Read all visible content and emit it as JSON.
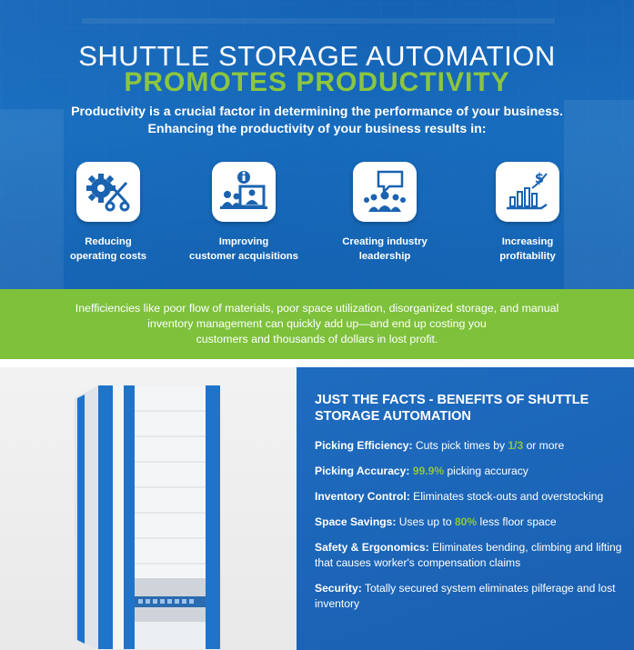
{
  "hero": {
    "title_line1": "SHUTTLE STORAGE AUTOMATION",
    "title_line2": "PROMOTES PRODUCTIVITY",
    "intro_line1": "Productivity is a crucial factor in determining the performance of your business.",
    "intro_line2": "Enhancing the productivity of your business results in:"
  },
  "benefits": [
    {
      "icon": "gear-scissors-icon",
      "line1": "Reducing",
      "line2": "operating costs"
    },
    {
      "icon": "info-meeting-icon",
      "line1": "Improving",
      "line2": "customer acquisitions"
    },
    {
      "icon": "speech-group-icon",
      "line1": "Creating industry",
      "line2": "leadership"
    },
    {
      "icon": "dollar-growth-icon",
      "line1": "Increasing",
      "line2": "profitability"
    }
  ],
  "band": {
    "line1": "Inefficiencies like poor flow of materials, poor space utilization, disorganized storage, and manual",
    "line2": "inventory management can quickly add up—and end up costing you",
    "line3": "customers and thousands of dollars in lost profit."
  },
  "facts": {
    "title_line1": "JUST THE FACTS - BENEFITS OF SHUTTLE",
    "title_line2": "STORAGE AUTOMATION",
    "items": [
      {
        "label": "Picking Efficiency:",
        "pre": " Cuts pick times by ",
        "highlight": "1/3",
        "post": " or more"
      },
      {
        "label": "Picking Accuracy:",
        "pre": " ",
        "highlight": "99.9%",
        "post": " picking accuracy"
      },
      {
        "label": "Inventory Control:",
        "pre": " Eliminates stock-outs and overstocking",
        "highlight": "",
        "post": ""
      },
      {
        "label": "Space Savings:",
        "pre": " Uses up to ",
        "highlight": "80%",
        "post": " less floor space"
      },
      {
        "label": "Safety & Ergonomics:",
        "pre": " Eliminates bending, climbing and lifting that causes worker's compensation claims",
        "highlight": "",
        "post": ""
      },
      {
        "label": "Security:",
        "pre": " Totally secured system eliminates pilferage and lost inventory",
        "highlight": "",
        "post": ""
      }
    ]
  },
  "colors": {
    "blue": "#1b63b0",
    "green": "#8cc63f",
    "band_green": "#7ec13b",
    "white": "#ffffff"
  }
}
